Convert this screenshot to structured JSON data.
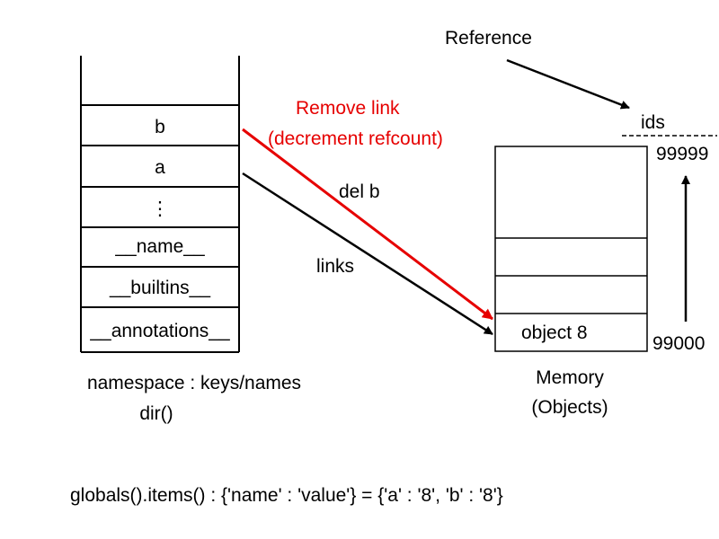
{
  "namespace": {
    "cells": [
      "b",
      "a",
      "⋮",
      "__name__",
      "__builtins__",
      "__annotations__"
    ],
    "label_1": "namespace : keys/names",
    "label_2": "dir()"
  },
  "memory": {
    "object_label": "object  8",
    "label_1": "Memory",
    "label_2": "(Objects)"
  },
  "ids": {
    "header": "ids",
    "top": "99999",
    "bottom": "99000"
  },
  "arrows": {
    "reference": "Reference",
    "remove_link_1": "Remove link",
    "remove_link_2": "(decrement refcount)",
    "del_b": "del b",
    "links": "links"
  },
  "footer": "globals().items() : {'name' : 'value'} = {'a' : '8', 'b' : '8'}",
  "colors": {
    "remove_link": "#e60000",
    "line": "#000000"
  }
}
